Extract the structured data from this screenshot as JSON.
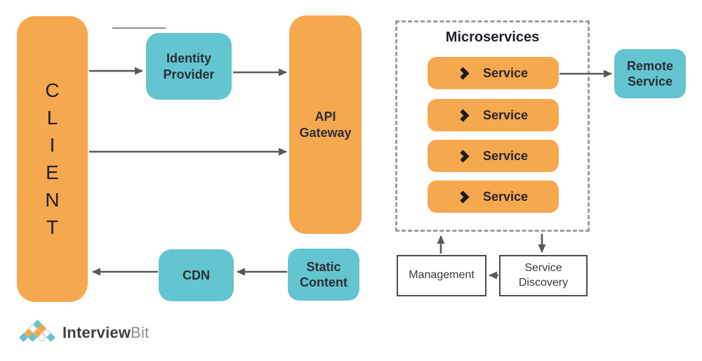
{
  "palette": {
    "orange": "#F6A84E",
    "teal": "#63C5CF",
    "arrow_gray": "#58595B",
    "text_dark": "#2D2D35",
    "dashed_border_gray": "#9E9E9E",
    "white_box_border": "#4D4D4D"
  },
  "diagram": {
    "client": {
      "label": "CLIENT",
      "letters": [
        "C",
        "L",
        "I",
        "E",
        "N",
        "T"
      ]
    },
    "identity_provider": {
      "label": "Identity Provider"
    },
    "api_gateway": {
      "label": "API Gateway"
    },
    "microservices": {
      "title": "Microservices",
      "services": [
        "Service",
        "Service",
        "Service",
        "Service"
      ]
    },
    "remote_service": {
      "label": "Remote Service"
    },
    "cdn": {
      "label": "CDN"
    },
    "static_content": {
      "label": "Static Content"
    },
    "management": {
      "label": "Management"
    },
    "service_discovery": {
      "label": "Service Discovery"
    },
    "connections": [
      {
        "from": "client",
        "to": "identity_provider"
      },
      {
        "from": "identity_provider",
        "to": "api_gateway"
      },
      {
        "from": "client",
        "to": "api_gateway"
      },
      {
        "from": "service_1",
        "to": "remote_service"
      },
      {
        "from": "static_content",
        "to": "cdn"
      },
      {
        "from": "cdn",
        "to": "client"
      },
      {
        "from": "management",
        "to": "microservices"
      },
      {
        "from": "microservices",
        "to": "service_discovery"
      },
      {
        "from": "service_discovery",
        "to": "management"
      }
    ]
  },
  "branding": {
    "name_primary": "Interview",
    "name_secondary": "Bit",
    "pyramid_rows": [
      [
        "teal"
      ],
      [
        "white",
        "orange"
      ],
      [
        "orange",
        "orange",
        "white"
      ],
      [
        "teal",
        "teal",
        "white",
        "teal"
      ]
    ]
  }
}
